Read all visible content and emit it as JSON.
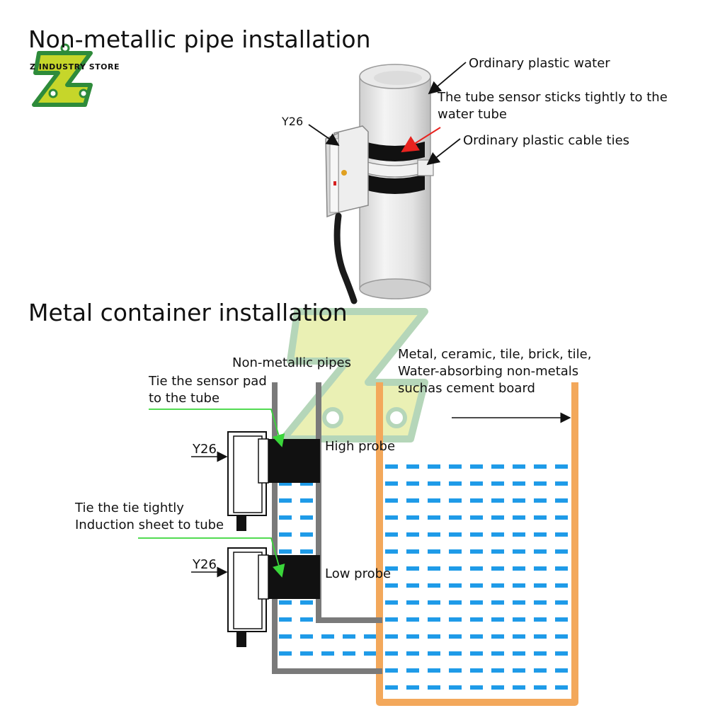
{
  "brand": {
    "logo_text": "Z INDUSTRY STORE",
    "colors": {
      "green": "#2e8b3a",
      "lime": "#c6d62a",
      "gray": "#7a7a7a",
      "orange": "#f3a85b",
      "water_blue": "#1f9be8",
      "pointer_red": "#e8231f",
      "pointer_green": "#3ad63a"
    }
  },
  "section_top": {
    "title": "Non-metallic pipe installation",
    "labels": {
      "sensor_model": "Y26",
      "pipe": "Ordinary plastic water",
      "sensor_contact_line1": "The tube sensor sticks tightly to the",
      "sensor_contact_line2": "water tube",
      "cable_ties": "Ordinary plastic cable ties"
    }
  },
  "section_bottom": {
    "title": "Metal container installation",
    "labels": {
      "pipes": "Non-metallic pipes",
      "container_line1": "Metal, ceramic, tile, brick, tile,",
      "container_line2": "Water-absorbing non-metals",
      "container_line3": "suchas cement board",
      "tie_pad_line1": "Tie the sensor pad",
      "tie_pad_line2": "to the tube",
      "sensor_high": "Y26",
      "high_probe": "High probe",
      "tie_tight_line1": "Tie the tie tightly",
      "tie_tight_line2": "Induction sheet to tube",
      "sensor_low": "Y26",
      "low_probe": "Low probe"
    }
  }
}
